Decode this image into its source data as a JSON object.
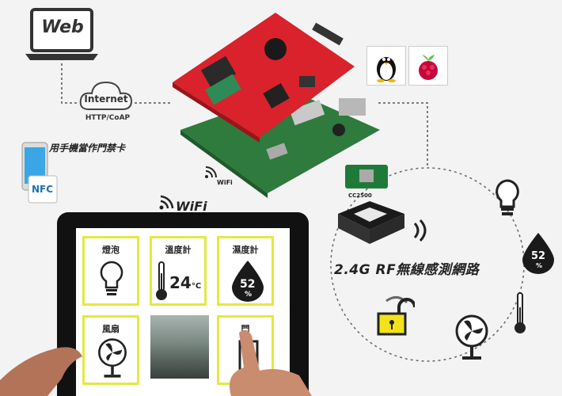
{
  "web": {
    "label": "Web"
  },
  "cloud": {
    "label": "Internet",
    "protocol": "HTTP/CoAP"
  },
  "nfc": {
    "caption": "用手機當作門禁卡",
    "card_label": "NFC"
  },
  "wifi": {
    "small_label": "WiFi",
    "big_label": "WiFi"
  },
  "chip": {
    "label": "CC2500"
  },
  "rf": {
    "label": "2.4G  RF無線感測網路"
  },
  "panel": {
    "tiles": [
      {
        "label": "燈泡"
      },
      {
        "label": "溫度計",
        "value": "24",
        "unit": "°C"
      },
      {
        "label": "濕度計",
        "value": "52",
        "unit": "%"
      },
      {
        "label": "風扇"
      },
      {
        "label": "門"
      }
    ]
  },
  "sensor_ring": {
    "humidity_value": "52",
    "humidity_unit": "%"
  },
  "colors": {
    "board_red": "#d9222b",
    "board_green": "#2f7a3d",
    "tile_border": "#e4e842",
    "accent": "#222222"
  }
}
